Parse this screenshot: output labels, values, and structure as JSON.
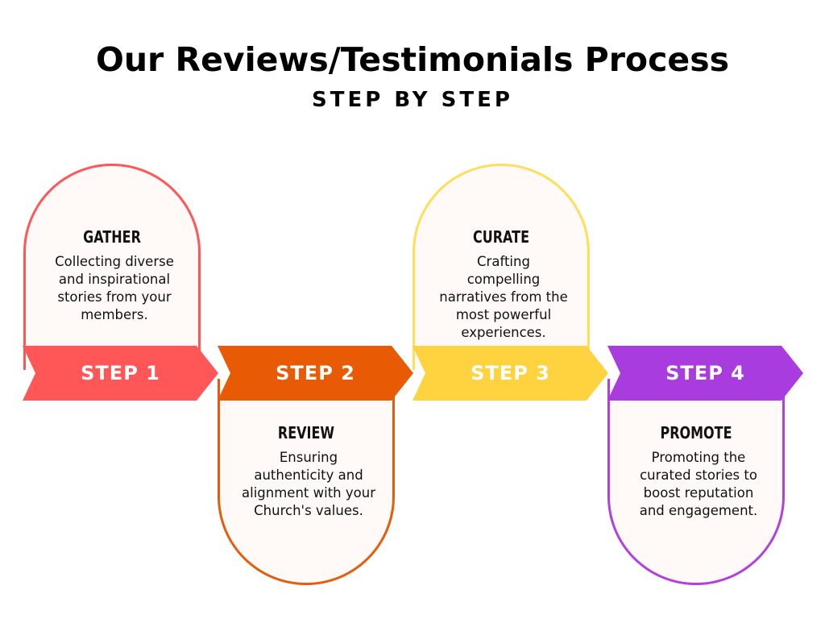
{
  "header": {
    "title": "Our Reviews/Testimonials Process",
    "subtitle": "STEP BY STEP"
  },
  "steps": [
    {
      "label": "STEP 1",
      "title": "GATHER",
      "description": "Collecting diverse\nand inspirational\nstories from your\nmembers.",
      "color": "#ff5757",
      "arrow_color": "#ff5757",
      "position": "above"
    },
    {
      "label": "STEP 2",
      "title": "REVIEW",
      "description": "Ensuring\nauthenticity and\nalignment with your\nChurch's values.",
      "color": "#e35d0b",
      "arrow_color": "#e85a04",
      "position": "below"
    },
    {
      "label": "STEP 3",
      "title": "CURATE",
      "description": "Crafting\ncompelling\nnarratives from the\nmost powerful\nexperiences.",
      "color": "#ffde59",
      "arrow_color": "#ffd23f",
      "position": "above"
    },
    {
      "label": "STEP 4",
      "title": "PROMOTE",
      "description": "Promoting the\ncurated stories to\nboost reputation\nand engagement.",
      "color": "#b040e0",
      "arrow_color": "#a93cde",
      "position": "below"
    }
  ]
}
